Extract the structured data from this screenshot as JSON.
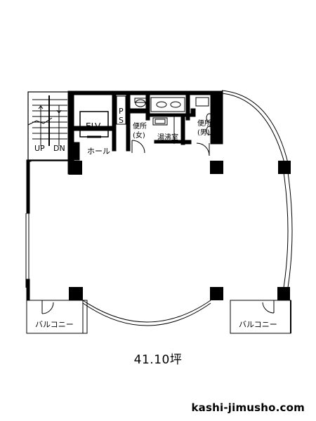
{
  "plan": {
    "labels": {
      "elv": "ELV",
      "ps": "P S",
      "up": "UP",
      "dn": "DN",
      "hall": "ホール",
      "toilet_women": "便所\n(女)",
      "toilet_men": "便所\n(男)",
      "kitchenette": "湯沸室",
      "balcony_left": "バルコニー",
      "balcony_right": "バルコニー"
    },
    "area": "41.10坪",
    "watermark": "kashi-jimusho.com"
  }
}
